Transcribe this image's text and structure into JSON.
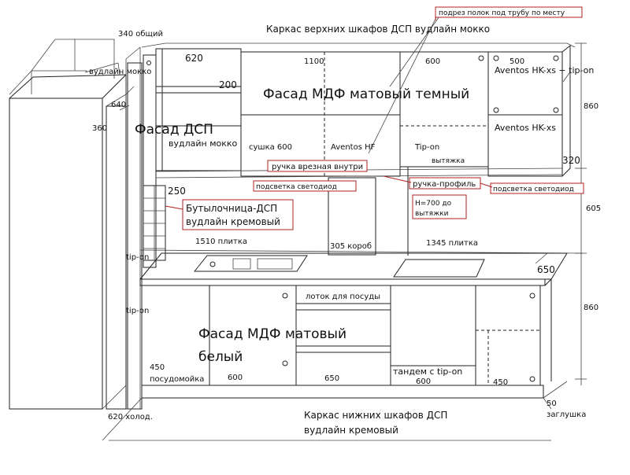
{
  "labels": {
    "top_title": "Каркас верхних шкафов ДСП вудлайн мокко",
    "shelf_note": "подрез полок под трубу по месту",
    "total_depth": "340 общий",
    "upper_620": "620",
    "upper_200": "200",
    "upper_1100": "1100",
    "upper_600": "600",
    "upper_500": "500",
    "woodline_mokko_left": "вудлайн мокко",
    "dim_640": "640",
    "dim_360": "360",
    "facade_dsp": "Фасад ДСП",
    "woodline_mokko_mid": "вудлайн мокко",
    "facade_dark": "Фасад МДФ матовый темный",
    "aventos_hk_top": "Aventos HK-xs + tip-on",
    "aventos_hk_bottom": "Aventos HK-xs",
    "dim_860_top": "860",
    "dryer_600": "сушка 600",
    "aventos_hf": "Aventos HF",
    "tip_on_upper": "Tip-on",
    "hood": "вытяжка",
    "dim_320": "320",
    "handle_inset": "ручка врезная внутри",
    "led_left": "подсветка светодиод",
    "handle_profile": "ручка-профиль",
    "led_right": "подсветка светодиод",
    "dim_250": "250",
    "bottle_holder": "Бутылочница-ДСП вудлайн кремовый",
    "hood_height": "H=700 до вытяжки",
    "dim_605": "605",
    "tile_1510": "1510 плитка",
    "tile_1345": "1345 плитка",
    "box_305": "305 короб",
    "tip_on_side": "tip-on",
    "tip_on_side2": "tip-on",
    "dim_650_top": "650",
    "dish_tray": "лоток для посуды",
    "dim_860_bottom": "860",
    "facade_white": "Фасад МДФ матовый белый",
    "dim_450_left": "450",
    "dishwasher": "посудомойка",
    "bottom_600a": "600",
    "bottom_650": "650",
    "tandem": "тандем с tip-on",
    "bottom_600b": "600",
    "bottom_450": "450",
    "dim_50": "50",
    "plug": "заглушка",
    "fridge": "620 холод.",
    "bottom_title": "Каркас нижних шкафов ДСП вудлайн кремовый"
  }
}
